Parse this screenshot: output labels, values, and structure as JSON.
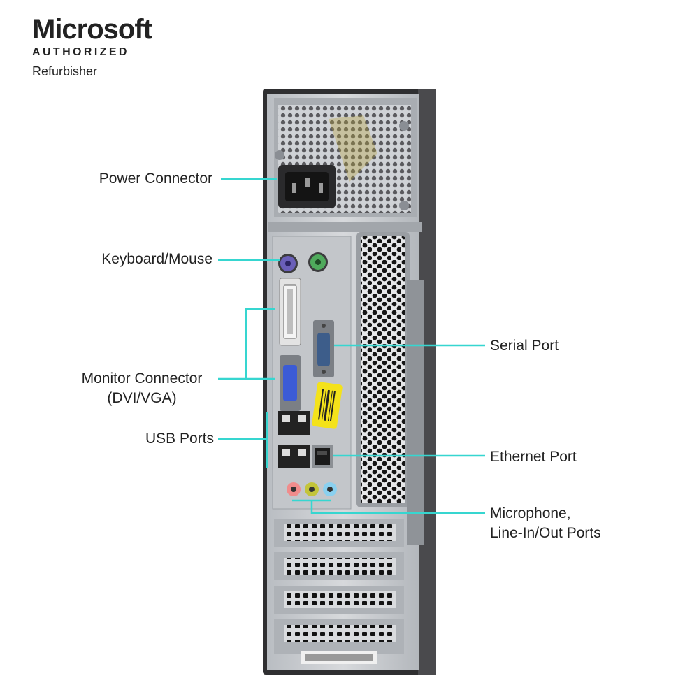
{
  "badge": {
    "brand": "Microsoft",
    "authorized": "AUTHORIZED",
    "refurbisher": "Refurbisher"
  },
  "callouts": {
    "power_connector": "Power Connector",
    "keyboard_mouse": "Keyboard/Mouse",
    "monitor_connector_line1": "Monitor Connector",
    "monitor_connector_line2": "(DVI/VGA)",
    "usb_ports": "USB Ports",
    "serial_port": "Serial Port",
    "ethernet_port": "Ethernet Port",
    "audio_line1": "Microphone,",
    "audio_line2": "Line-In/Out Ports"
  },
  "colors": {
    "leader_line": "#36d6d0",
    "chassis_dark": "#3a3a3c",
    "chassis_metal": "#c9ccd0",
    "vga_blue": "#3b5bd6",
    "ps2_purple": "#6a5fb8",
    "ps2_green": "#4faa5c",
    "barcode_label": "#f4e21a"
  }
}
